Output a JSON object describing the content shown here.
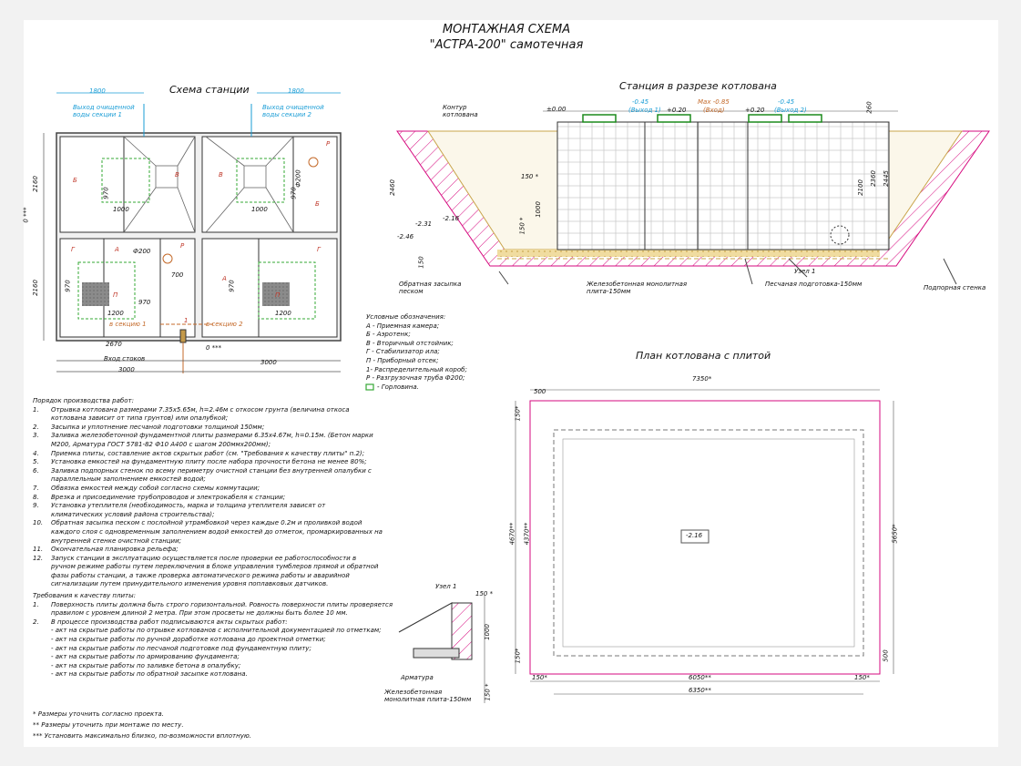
{
  "title": {
    "line1": "МОНТАЖНАЯ СХЕМА",
    "line2": "\"АСТРА-200\" самотечная"
  },
  "scheme": {
    "title": "Схема станции",
    "dims": {
      "top_left": "1800",
      "top_right": "1800",
      "left_top": "2160",
      "left_bottom": "2160",
      "left_zero": "0 ***",
      "w1000a": "1000",
      "w1000b": "1000",
      "w970a": "970",
      "w970b": "970",
      "w970c": "970",
      "w970d": "970",
      "w970e": "970",
      "w1200a": "1200",
      "w1200b": "1200",
      "w700": "700",
      "bottom_2670": "2670",
      "bottom_3000a": "3000",
      "bottom_3000b": "3000",
      "zero_bottom": "0 ***"
    },
    "outlet1": "Выход очищенной воды секции 1",
    "outlet2": "Выход очищенной воды секции 2",
    "pipe_a": "Ф200",
    "pipe_b": "Ф200",
    "inlet": "Вход стоков",
    "to_sec1": "в секцию 1",
    "to_sec2": "в секцию 2",
    "labels": {
      "A": "А",
      "B": "Б",
      "V": "В",
      "G": "Г",
      "P": "П",
      "R": "Р",
      "one": "1"
    }
  },
  "legend": {
    "title": "Условные обозначения:",
    "items": [
      "А - Приемная камера;",
      "Б - Аэротенк;",
      "В - Вторичный отстойник;",
      "Г - Стабилизатор ила;",
      "П - Приборный отсек;",
      "1- Распределительный короб;",
      "Р - Разгрузочная труба Ф200;",
      "- Горловина."
    ]
  },
  "section": {
    "title": "Станция в разрезе котлована",
    "contour": "Контур котлована",
    "marks": {
      "zero": "±0.00",
      "m045a": "-0.45",
      "exit1": "(Выход 1)",
      "p020a": "+0.20",
      "max": "Max -0.85",
      "inlet": "(Вход)",
      "p020b": "+0.20",
      "m045b": "-0.45",
      "exit2": "(Выход 2)",
      "d260": "260",
      "d2460": "2460",
      "d150a": "150 *",
      "d1000": "1000",
      "d150b": "150 *",
      "m231": "-2.31",
      "m216": "-2.16",
      "m246": "-2.46",
      "d150c": "150",
      "d2100": "2100",
      "d2360": "2360",
      "d2445": "2445"
    },
    "backfill": "Обратная засыпка песком",
    "slab": "Железобетонная монолитная плита-150мм",
    "node": "Узел 1",
    "sand": "Песчаная подготовка-150мм",
    "wall": "Подпорная стенка"
  },
  "plan": {
    "title": "План котлована с плитой",
    "dims": {
      "top": "7350*",
      "left500": "500",
      "lt150": "150*",
      "h4670": "4670**",
      "h4370": "4370**",
      "lb150": "150*",
      "b150l": "150*",
      "b6050": "6050**",
      "b150r": "150*",
      "b6350": "6350**",
      "r5650": "5650*",
      "r500": "500",
      "center": "-2.16"
    }
  },
  "procedure": {
    "title": "Порядок производства работ:",
    "items": [
      {
        "n": "1.",
        "lines": [
          "Отрывка котлована размерами 7.35х5.65м, h=2.46м с откосом грунта (величина откоса",
          "котлована зависит от типа грунтов) или опалубкой;"
        ]
      },
      {
        "n": "2.",
        "lines": [
          "Засыпка и уплотнение песчаной подготовки толщиной 150мм;"
        ]
      },
      {
        "n": "3.",
        "lines": [
          "Заливка железобетонной фундаментной плиты размерами 6.35х4.67м, h=0.15м. (Бетон марки",
          "М200, Арматура ГОСТ 5781-82 Ф10 А400 с шагом 200ммх200мм);"
        ]
      },
      {
        "n": "4.",
        "lines": [
          "Приемка плиты, составление актов скрытых работ (см. \"Требования к качеству плиты\" п.2);"
        ]
      },
      {
        "n": "5.",
        "lines": [
          "Установка емкостей на фундаментную плиту после набора прочности бетона не менее 80%;"
        ]
      },
      {
        "n": "6.",
        "lines": [
          "Заливка подпорных стенок по всему периметру очистной станции без внутренней опалубки с",
          "параллельным заполнением емкостей водой;"
        ]
      },
      {
        "n": "7.",
        "lines": [
          "Обвязка емкостей между собой согласно схемы коммутации;"
        ]
      },
      {
        "n": "8.",
        "lines": [
          "Врезка и присоединение трубопроводов и электрокабеля к станции;"
        ]
      },
      {
        "n": "9.",
        "lines": [
          "Установка утеплителя (необходимость, марка и толщина утеплителя зависят от",
          "климатических условий района строительства);"
        ]
      },
      {
        "n": "10.",
        "lines": [
          "Обратная засыпка песком с послойной утрамбовкой через каждые 0.2м и проливкой водой",
          "каждого слоя с одновременным заполнением водой емкостей до отметок, промаркированных на",
          "внутренней стенке очистной станции;"
        ]
      },
      {
        "n": "11.",
        "lines": [
          "Окончательная планировка рельефа;"
        ]
      },
      {
        "n": "12.",
        "lines": [
          "Запуск станции в эксплуатацию осуществляется после проверки ее работоспособности в",
          "ручном режиме работы путем переключения в блоке управления тумблеров прямой и обратной",
          "фазы работы станции, а также проверка автоматического режима работы и аварийной",
          "сигнализации путем принудительного изменения уровня поплавковых датчиков."
        ]
      }
    ]
  },
  "quality": {
    "title": "Требования к качеству плиты:",
    "items": [
      {
        "n": "1.",
        "lines": [
          "Поверхность плиты должна быть строго горизонтальной. Ровность поверхности плиты проверяется",
          "правилом с уровнем длиной 2 метра. При этом просветы не должны быть более 10 мм."
        ]
      },
      {
        "n": "2.",
        "lines": [
          "В процессе производства работ подписываются акты скрытых работ:",
          "- акт на скрытые работы по отрывке котлованов с исполнительной документацией по отметкам;",
          "- акт на скрытые работы по ручной доработке котлована до проектной отметки;",
          "- акт на скрытые работы по песчаной подготовке под фундаментную плиту;",
          "- акт на скрытые работы по армированию фундамента;",
          "- акт на скрытые работы по заливке бетона в опалубку;",
          "- акт на скрытые работы по обратной засыпке котлована."
        ]
      }
    ]
  },
  "footnotes": [
    "* Размеры уточнить согласно проекта.",
    "** Размеры уточнить при монтаже по месту.",
    "*** Установить максимально близко, по-возможности вплотную."
  ],
  "node1": {
    "title": "Узел 1",
    "d150top": "150 *",
    "d1000": "1000",
    "d150bot": "150 *",
    "rebar": "Арматура",
    "slab": "Железобетонная монолитная плита-150мм"
  },
  "colors": {
    "accent": "#1a9dd6",
    "grid": "#d60a7f",
    "sand": "#e8cf8c",
    "lines": "#222222"
  }
}
